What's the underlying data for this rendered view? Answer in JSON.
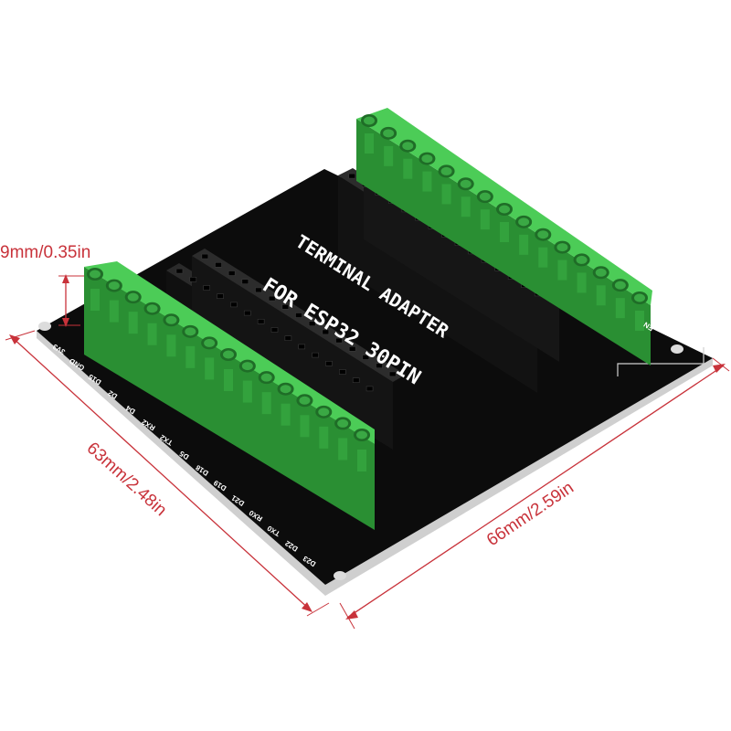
{
  "board": {
    "title_line_1": "TERMINAL ADAPTER",
    "title_line_2": "FOR ESP32 30PIN",
    "right_pin_label": "EN",
    "left_pin_labels": [
      "3V3",
      "GND",
      "D15",
      "D2",
      "D4",
      "RX2",
      "TX2",
      "D5",
      "D18",
      "D19",
      "D21",
      "RX0",
      "TX0",
      "D22",
      "D23"
    ]
  },
  "dimensions": {
    "height_label": "9mm/0.35in",
    "depth_label": "63mm/2.48in",
    "width_label": "66mm/2.59in"
  },
  "colors": {
    "pcb": "#0b0b0b",
    "pcb_edge": "#c9c9c9",
    "terminal_green": "#3fbf4a",
    "terminal_dark": "#2a8f33",
    "dimension_line": "#c8323a"
  }
}
